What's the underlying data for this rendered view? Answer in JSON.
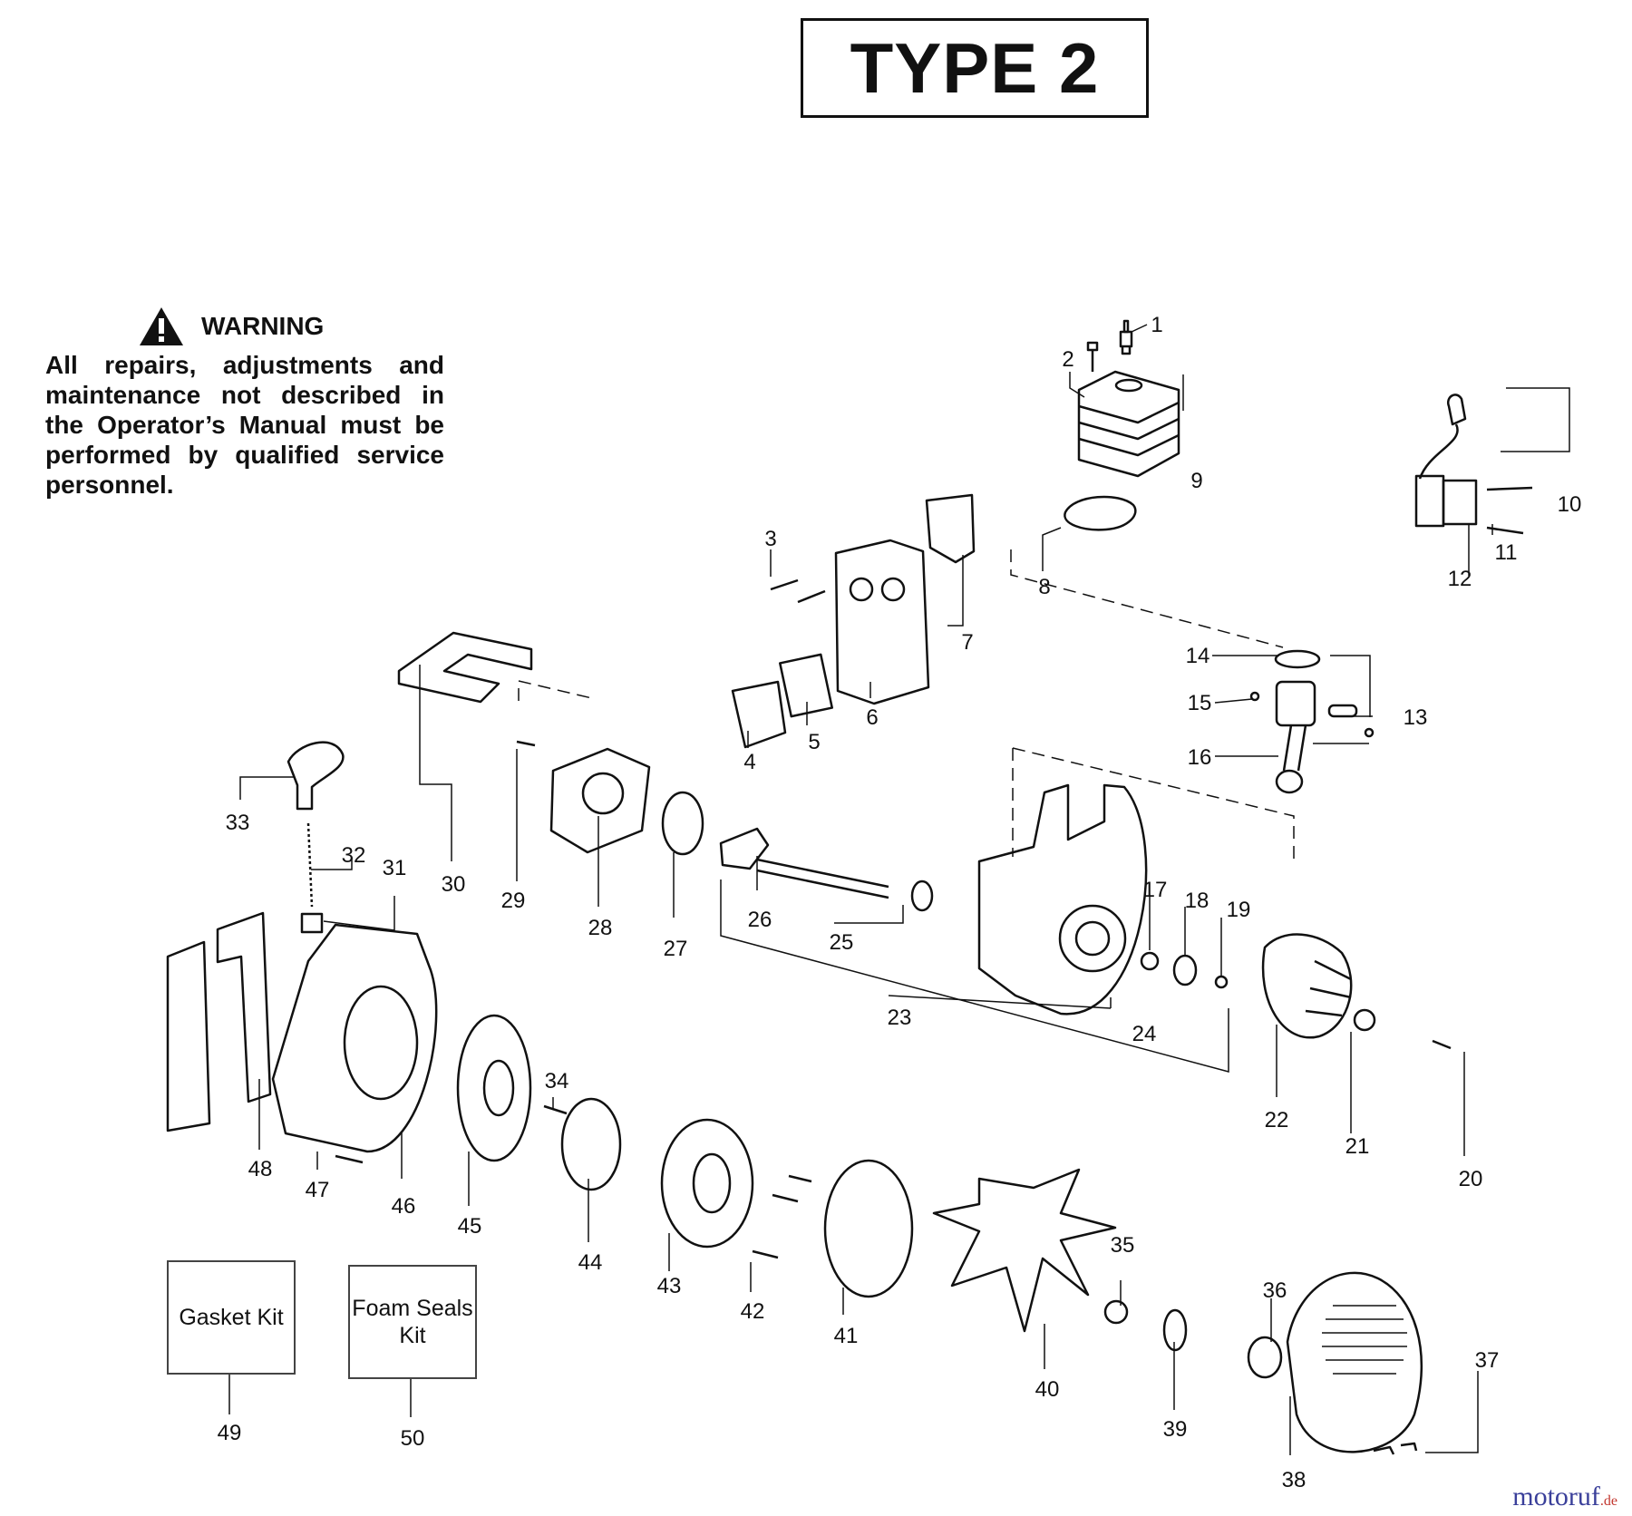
{
  "title": "TYPE 2",
  "warning": {
    "heading": "WARNING",
    "text": "All repairs, adjustments and maintenance not described in the Operator’s Manual must be performed by qualified service personnel."
  },
  "kits": {
    "gasket": "Gasket Kit",
    "foam": "Foam Seals Kit"
  },
  "part_numbers": [
    "1",
    "2",
    "3",
    "4",
    "5",
    "6",
    "7",
    "8",
    "9",
    "10",
    "11",
    "12",
    "13",
    "14",
    "15",
    "16",
    "17",
    "18",
    "19",
    "20",
    "21",
    "22",
    "23",
    "24",
    "25",
    "26",
    "27",
    "28",
    "29",
    "30",
    "31",
    "32",
    "33",
    "34",
    "35",
    "36",
    "37",
    "38",
    "39",
    "40",
    "41",
    "42",
    "43",
    "44",
    "45",
    "46",
    "47",
    "48",
    "49",
    "50"
  ],
  "watermark": {
    "main": "motoruf",
    "suffix": ".de"
  }
}
